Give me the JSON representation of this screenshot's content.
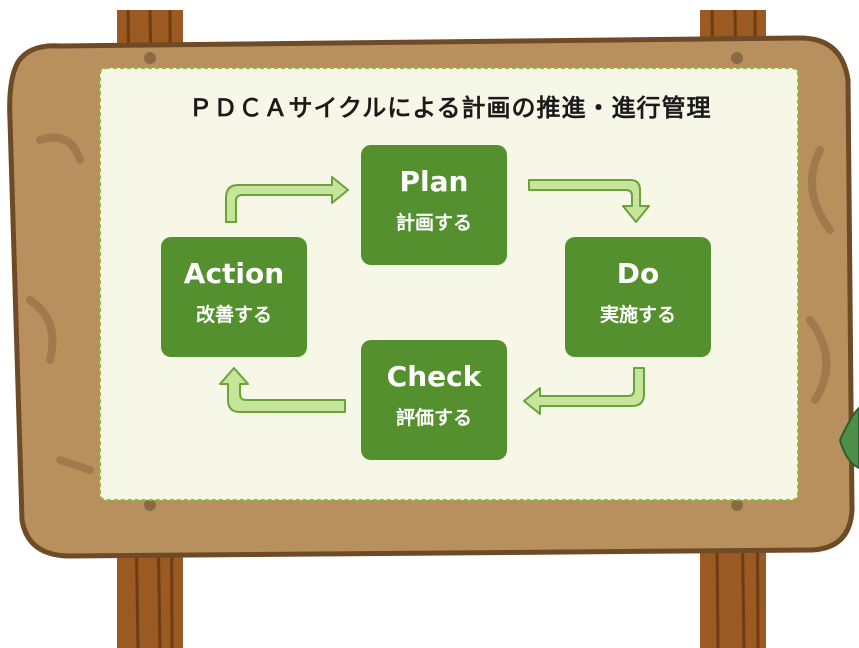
{
  "title": "ＰＤＣＡサイクルによる計画の推進・進行管理",
  "steps": [
    {
      "en": "Plan",
      "jp": "計画する"
    },
    {
      "en": "Do",
      "jp": "実施する"
    },
    {
      "en": "Check",
      "jp": "評価する"
    },
    {
      "en": "Action",
      "jp": "改善する"
    }
  ],
  "colors": {
    "box": "#55902e",
    "arrow_fill": "#c6e49a",
    "arrow_stroke": "#6aa33a",
    "panel": "#f6f7e6",
    "panel_border": "#8bbb3a",
    "wood": "#b7905d",
    "post": "#9a5a22"
  }
}
